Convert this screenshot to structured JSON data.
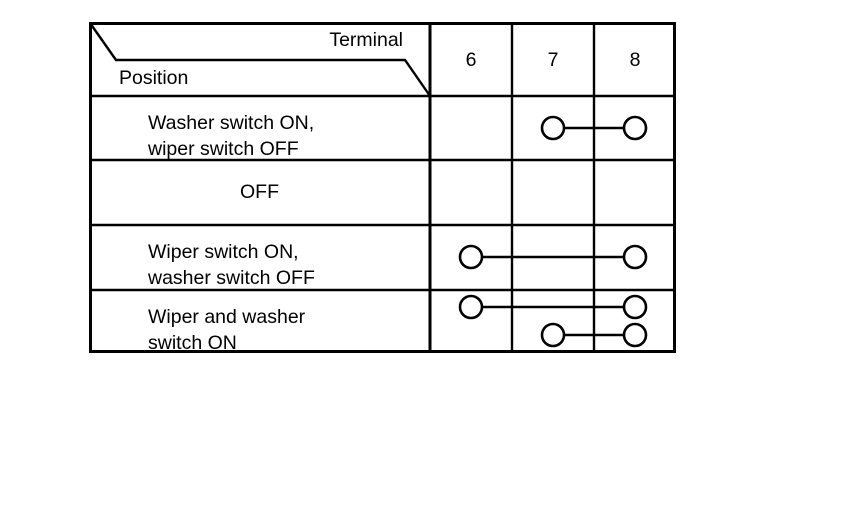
{
  "figure": {
    "type": "continuity-table",
    "title_hint": "Wiper and washer switch terminal continuity chart",
    "colors": {
      "line": "#000000",
      "background": "#ffffff"
    }
  },
  "table": {
    "corner_header": {
      "terminal_label": "Terminal",
      "position_label": "Position"
    },
    "terminal_columns": [
      {
        "id": "6",
        "label": "6"
      },
      {
        "id": "7",
        "label": "7"
      },
      {
        "id": "8",
        "label": "8"
      }
    ],
    "rows": [
      {
        "position_lines": [
          "Washer switch ON,",
          "wiper switch OFF"
        ],
        "align": "left",
        "connections": [
          {
            "from": "7",
            "to": "8",
            "track": "single"
          }
        ]
      },
      {
        "position_lines": [
          "OFF"
        ],
        "align": "center",
        "connections": []
      },
      {
        "position_lines": [
          "Wiper switch ON,",
          "washer switch OFF"
        ],
        "align": "left",
        "connections": [
          {
            "from": "6",
            "to": "8",
            "track": "single"
          }
        ]
      },
      {
        "position_lines": [
          "Wiper and washer",
          "switch ON"
        ],
        "align": "left",
        "connections": [
          {
            "from": "6",
            "to": "8",
            "track": "upper"
          },
          {
            "from": "7",
            "to": "8",
            "track": "lower"
          }
        ]
      }
    ]
  }
}
